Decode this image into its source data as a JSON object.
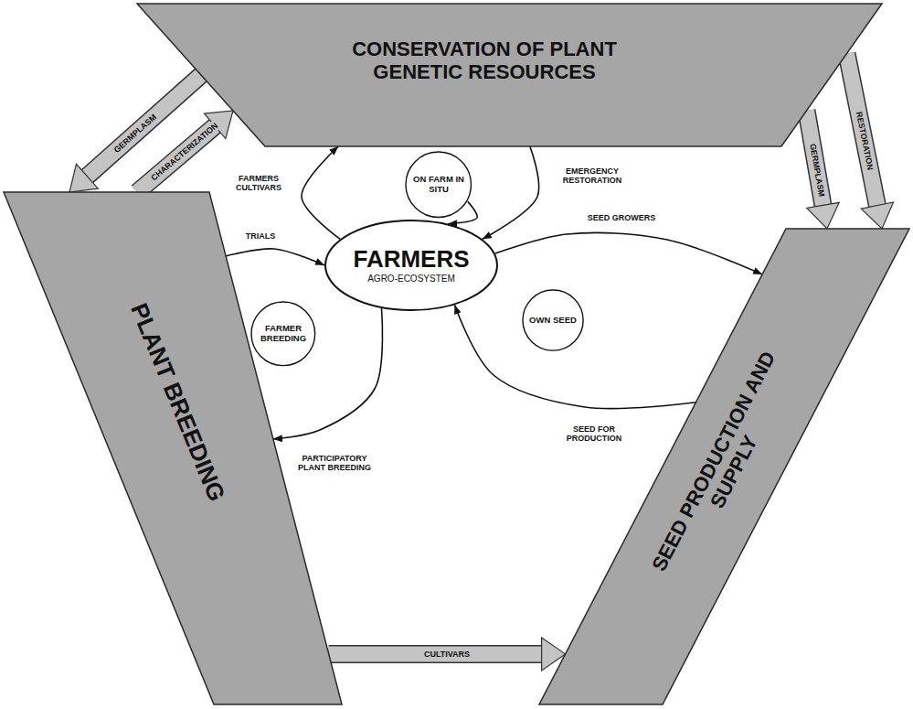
{
  "diagram": {
    "nodes": [
      {
        "text": [
          "CONSERVATION OF PLANT GENETIC RESOURCES"
        ]
      },
      {
        "text": [
          "PLANT BREEDING"
        ]
      },
      {
        "text": [
          "SEED PRODUCTION AND SUPPLY"
        ]
      },
      {
        "text": [
          "FARMERS",
          "AGRO-ECOSYSTEM"
        ]
      },
      {
        "text": [
          "ON FARM IN SITU"
        ]
      },
      {
        "text": [
          "FARMER BREEDING"
        ]
      },
      {
        "text": [
          "OWN SEED"
        ]
      }
    ],
    "edges": [
      {
        "from": 0,
        "to": 1,
        "arrow": "to",
        "label": "GERMPLASM"
      },
      {
        "from": 1,
        "to": 0,
        "arrow": "to",
        "label": "CHARACTERIZATION"
      },
      {
        "from": 0,
        "to": 2,
        "arrow": "to",
        "label": "RESTORATION"
      },
      {
        "from": 0,
        "to": 2,
        "arrow": "to",
        "label": "GERMPLASM"
      },
      {
        "from": 1,
        "to": 2,
        "arrow": "to",
        "label": "CULTIVARS"
      },
      {
        "from": 3,
        "to": 0,
        "arrow": "to",
        "label": "FARMERS CULTIVARS"
      },
      {
        "from": 0,
        "to": 3,
        "arrow": "to",
        "label": "EMERGENCY RESTORATION"
      },
      {
        "from": 1,
        "to": 3,
        "arrow": "to",
        "label": "TRIALS"
      },
      {
        "from": 3,
        "to": 2,
        "arrow": "to",
        "label": "SEED GROWERS"
      },
      {
        "from": 2,
        "to": 3,
        "arrow": "to",
        "label": "SEED FOR PRODUCTION"
      },
      {
        "from": 3,
        "to": 1,
        "arrow": "to",
        "label": "PARTICIPATORY PLANT BREEDING"
      },
      {
        "from": 4,
        "to": 3,
        "arrow": "to"
      }
    ]
  }
}
